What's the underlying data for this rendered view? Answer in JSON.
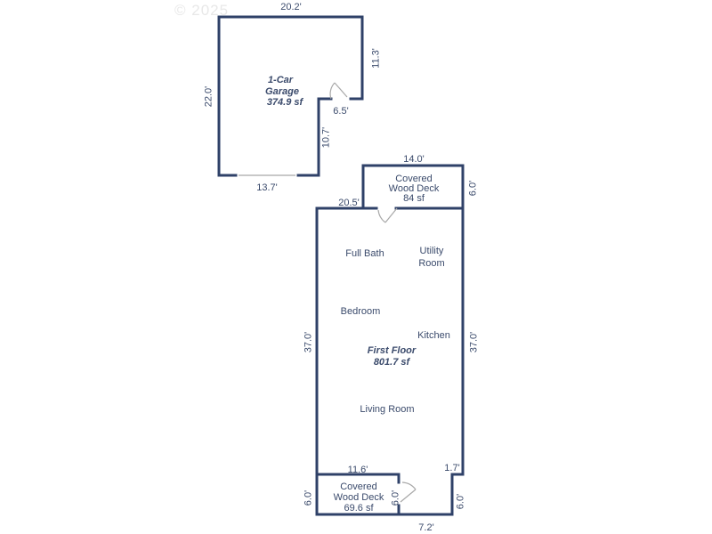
{
  "watermark": "© 2025",
  "colors": {
    "wall": "#2f4168",
    "text": "#3a4a6b",
    "door": "#b0b0b0"
  },
  "garage": {
    "title": "1-Car",
    "subtitle": "Garage",
    "area": "374.9 sf",
    "dims": {
      "top": "20.2'",
      "left": "22.0'",
      "right_upper": "11.3'",
      "notch": "6.5'",
      "right_lower": "10.7'",
      "bottom": "13.7'"
    }
  },
  "first_floor": {
    "title": "First Floor",
    "area": "801.7 sf",
    "rooms": [
      "Full Bath",
      "Utility Room",
      "Bedroom",
      "Kitchen",
      "Living Room"
    ],
    "room_lines": {
      "utility_1": "Utility",
      "utility_2": "Room"
    },
    "dims": {
      "top": "20.5'",
      "left": "37.0'",
      "right": "37.0'",
      "bottom_left": "11.6'",
      "bottom_right": "1.7'"
    }
  },
  "deck_top": {
    "line1": "Covered",
    "line2": "Wood Deck",
    "area": "84 sf",
    "dims": {
      "top": "14.0'",
      "right": "6.0'"
    }
  },
  "deck_bottom": {
    "line1": "Covered",
    "line2": "Wood Deck",
    "area": "69.6 sf",
    "dims": {
      "left": "6.0'",
      "inner": "6.0'",
      "right": "6.0'",
      "bottom": "7.2'"
    }
  }
}
